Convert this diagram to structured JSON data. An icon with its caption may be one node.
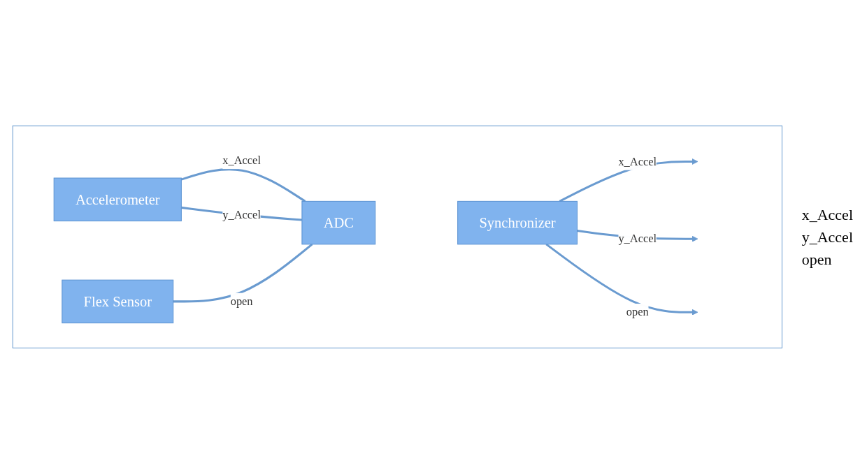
{
  "diagram": {
    "nodes": [
      {
        "text": [],
        "shape": "box"
      },
      {
        "text": [
          "Accelerometer"
        ],
        "in": 0
      },
      {
        "text": [
          "Flex Sensor"
        ],
        "in": 0
      },
      {
        "text": [
          "ADC"
        ],
        "in": 0
      },
      {
        "text": [
          "Synchronizer"
        ],
        "in": 0
      }
    ],
    "edges": [
      {
        "from": 1,
        "to": 3,
        "label": "x_Accel",
        "arrow": "none"
      },
      {
        "from": 1,
        "to": 3,
        "label": "y_Accel",
        "arrow": "none"
      },
      {
        "from": 2,
        "to": 3,
        "label": "open",
        "arrow": "none"
      },
      {
        "from": 4,
        "to": null,
        "label": "x_Accel",
        "arrow": "to"
      },
      {
        "from": 4,
        "to": null,
        "label": "y_Accel",
        "arrow": "to"
      },
      {
        "from": 4,
        "to": null,
        "label": "open",
        "arrow": "to"
      }
    ],
    "labels": [
      "x_Accel",
      "y_Accel",
      "open"
    ]
  }
}
